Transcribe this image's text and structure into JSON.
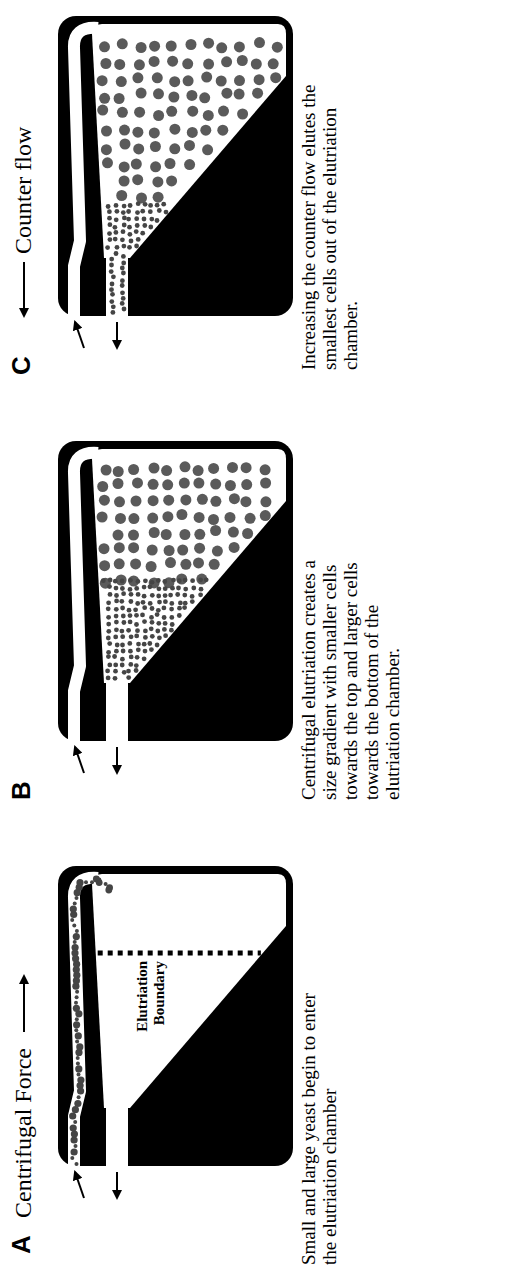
{
  "diagram": {
    "labels": [
      "A",
      "Centrifugal Force",
      "Elutriation Boundary",
      "Small and large yeast begin to enter the elutriation chamber",
      "B",
      "Centrifugal elutriation creates a size gradient with smaller cells towards the top and larger cells towards the bottom of the elutriation chamber.",
      "C",
      "Counter flow",
      "Increasing the counter flow elutes the smallest cells out of the elutriation chamber."
    ]
  }
}
